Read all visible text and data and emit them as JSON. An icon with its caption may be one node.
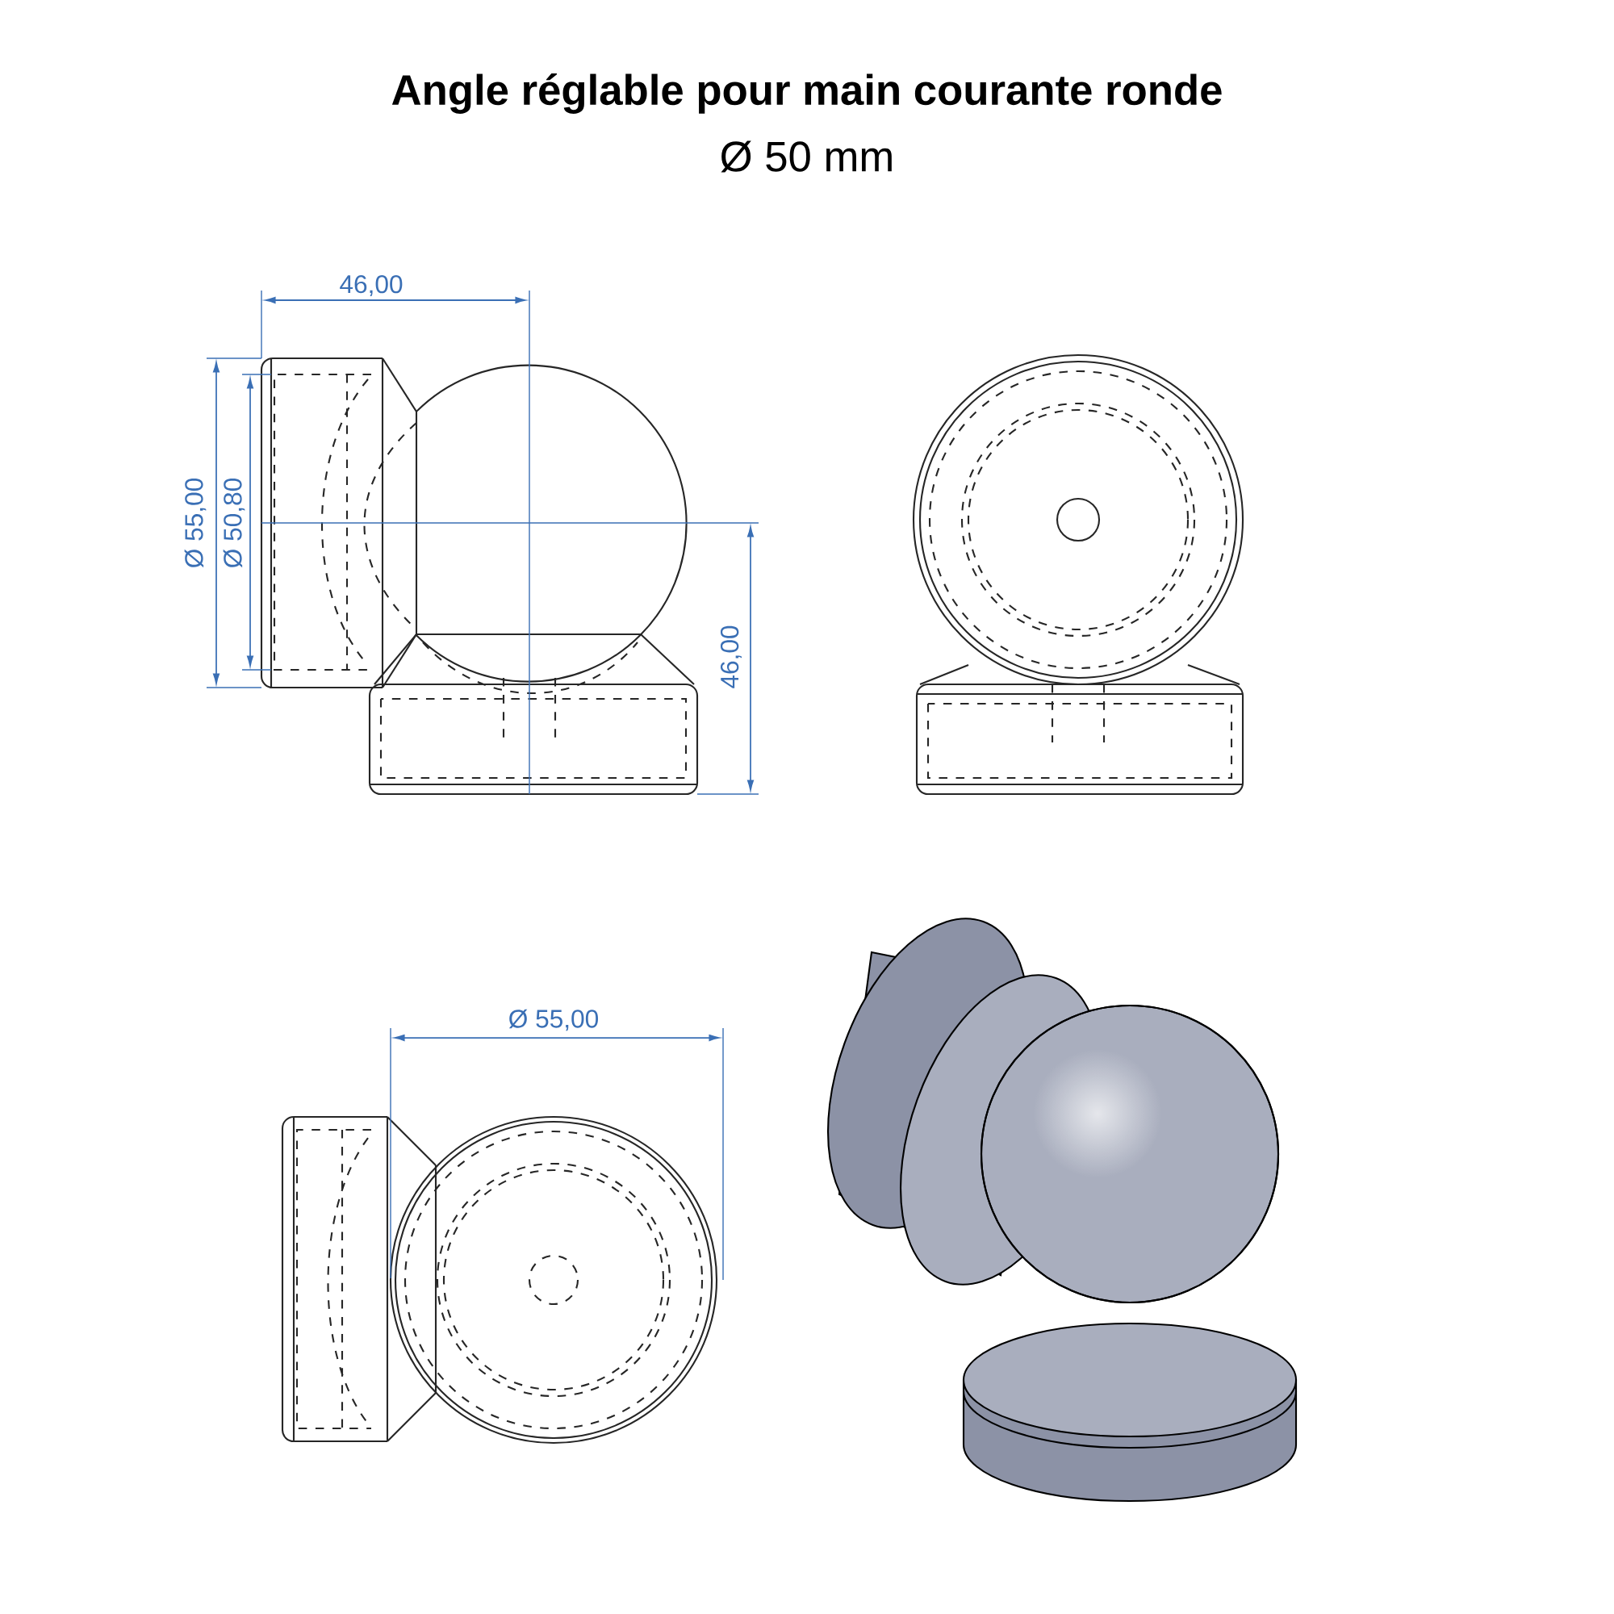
{
  "diagram": {
    "title": "Angle réglable pour main courante ronde",
    "labels": [
      "Ø 50 mm",
      "46,00",
      "Ø 55,00",
      "Ø 50,80",
      "46,00",
      "Ø 55,00"
    ]
  }
}
